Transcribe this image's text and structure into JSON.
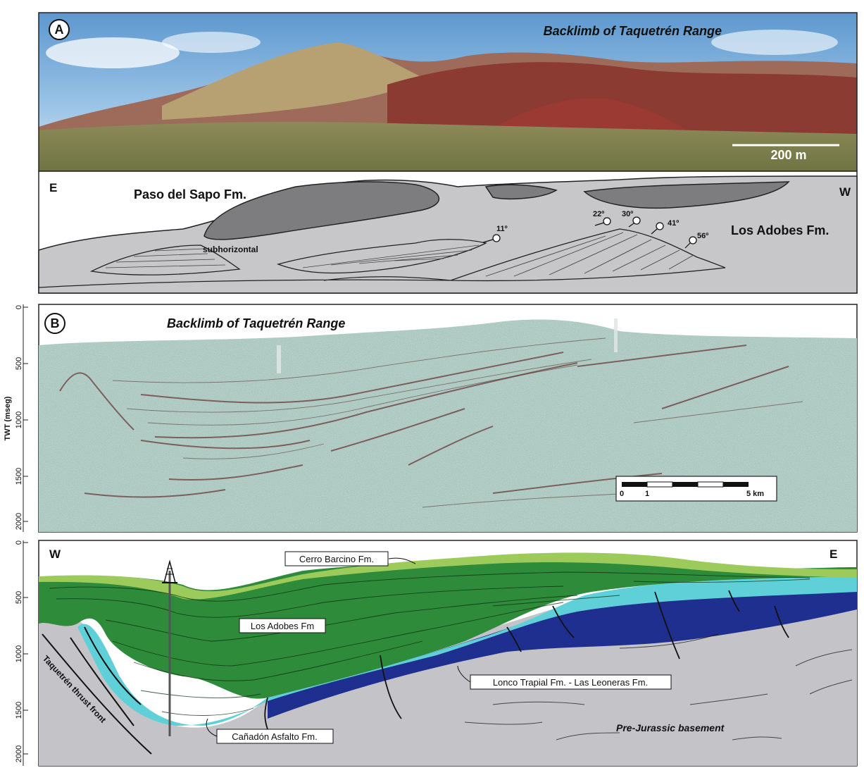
{
  "panel_a": {
    "letter": "A",
    "title": "Backlimb of Taquetrén Range",
    "scale_label": "200 m",
    "east_label": "E",
    "west_label": "W",
    "upper_unit": "Paso del Sapo Fm.",
    "lower_unit": "Los Adobes Fm.",
    "subhorizontal_label": "subhorizontal",
    "dips": [
      "11º",
      "22º",
      "30º",
      "41º",
      "56º"
    ]
  },
  "panel_b": {
    "letter": "B",
    "title": "Backlimb of Taquetrén Range",
    "axis_label": "TWT (mseg)",
    "ticks": [
      "0",
      "500",
      "1000",
      "1500",
      "2000"
    ],
    "scale_ticks": [
      "0",
      "1",
      "5 km"
    ]
  },
  "panel_c": {
    "west_label": "W",
    "east_label": "E",
    "ticks": [
      "0",
      "500",
      "1000",
      "1500",
      "2000"
    ],
    "units": {
      "cerro_barcino": "Cerro Barcino Fm.",
      "los_adobes": "Los Adobes Fm",
      "lonco_trapial": "Lonco Trapial Fm. - Las Leoneras Fm.",
      "canadon_asfalto": "Cañadón Asfalto Fm.",
      "basement": "Pre-Jurassic basement",
      "thrust": "Taquetrén thrust front"
    },
    "colors": {
      "cerro_barcino": "#9ccb5c",
      "los_adobes": "#2e8b3a",
      "canadon_asfalto": "#5fd0d8",
      "lonco_trapial": "#1f2f8f",
      "basement": "#c4c4c8"
    }
  }
}
